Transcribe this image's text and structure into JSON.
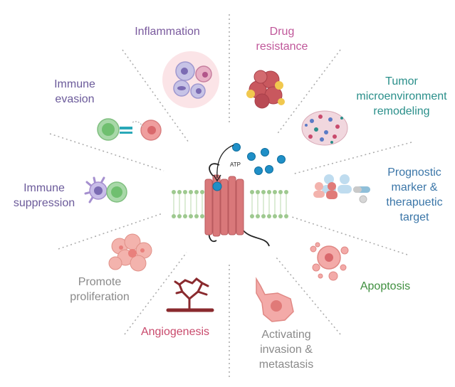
{
  "center": {
    "atp_label": "ATP"
  },
  "labels": {
    "inflammation": {
      "lines": [
        "Inflammation"
      ],
      "color": "#7a5a9e"
    },
    "drug_resistance": {
      "lines": [
        "Drug",
        "resistance"
      ],
      "color": "#c0579a"
    },
    "tumor_microenvironment": {
      "lines": [
        "Tumor",
        "microenvironment",
        "remodeling"
      ],
      "color": "#2a8f8a"
    },
    "immune_evasion": {
      "lines": [
        "Immune",
        "evasion"
      ],
      "color": "#6b5a9a"
    },
    "prognostic_marker": {
      "lines": [
        "Prognostic",
        "marker &",
        "therapuetic",
        "target"
      ],
      "color": "#3b76a8"
    },
    "immune_suppression": {
      "lines": [
        "Immune",
        "suppression"
      ],
      "color": "#6b5a9a"
    },
    "apoptosis": {
      "lines": [
        "Apoptosis"
      ],
      "color": "#3f8f3f"
    },
    "promote_proliferation": {
      "lines": [
        "Promote",
        "proliferation"
      ],
      "color": "#8a8a8a"
    },
    "angiogenesis": {
      "lines": [
        "Angiogenesis"
      ],
      "color": "#c94a6c"
    },
    "activating_invasion": {
      "lines": [
        "Activating",
        "invasion &",
        "metastasis"
      ],
      "color": "#8a8a8a"
    }
  },
  "colors": {
    "divider": "#a9a9a9",
    "receptor": "#d9787a",
    "membrane": "#9ec98f",
    "atp_ball": "#1f8fc7",
    "cell_pink": "#e98f8f",
    "cell_green": "#8fcf8f",
    "cell_purple": "#a58fcf"
  }
}
